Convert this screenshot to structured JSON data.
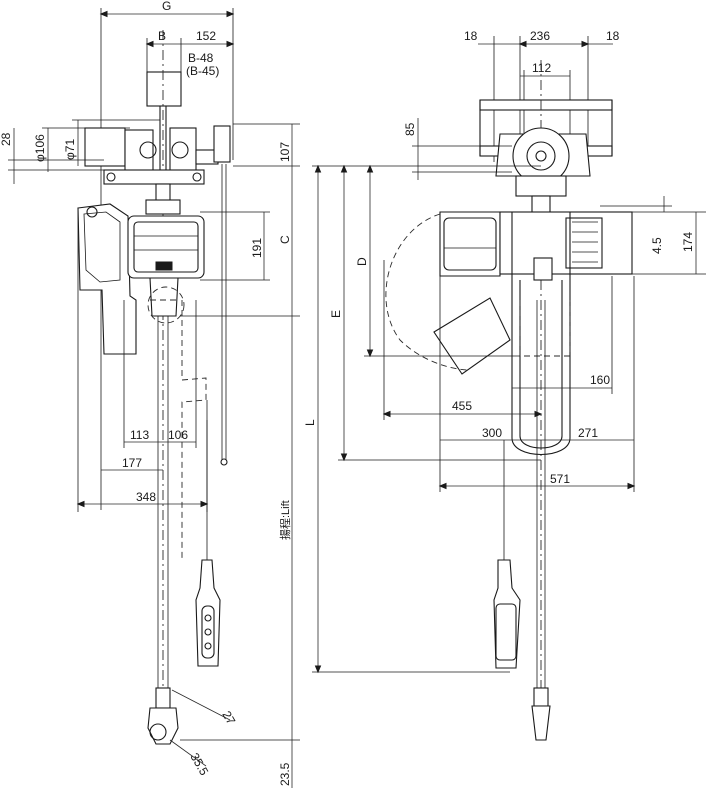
{
  "drawing": {
    "side_view": {
      "dims": {
        "G": "G",
        "d152": "152",
        "B": "B",
        "b48": "B-48",
        "b45": "(B-45)",
        "d28": "28",
        "phi106": "φ106",
        "phi71": "φ71",
        "d107": "107",
        "C": "C",
        "d191": "191",
        "d113": "113",
        "d106": "106",
        "d177": "177",
        "d348": "348",
        "lift": "揚程:Lift",
        "d27": "27",
        "d35_5": "35.5",
        "d23_5": "23.5"
      }
    },
    "front_view": {
      "dims": {
        "d18a": "18",
        "d236": "236",
        "d18b": "18",
        "d112": "112",
        "d85": "85",
        "D": "D",
        "E": "E",
        "L": "L",
        "d174": "174",
        "d4_5": "4.5",
        "d160": "160",
        "d455": "455",
        "d300": "300",
        "d271": "271",
        "d571": "571"
      }
    }
  }
}
